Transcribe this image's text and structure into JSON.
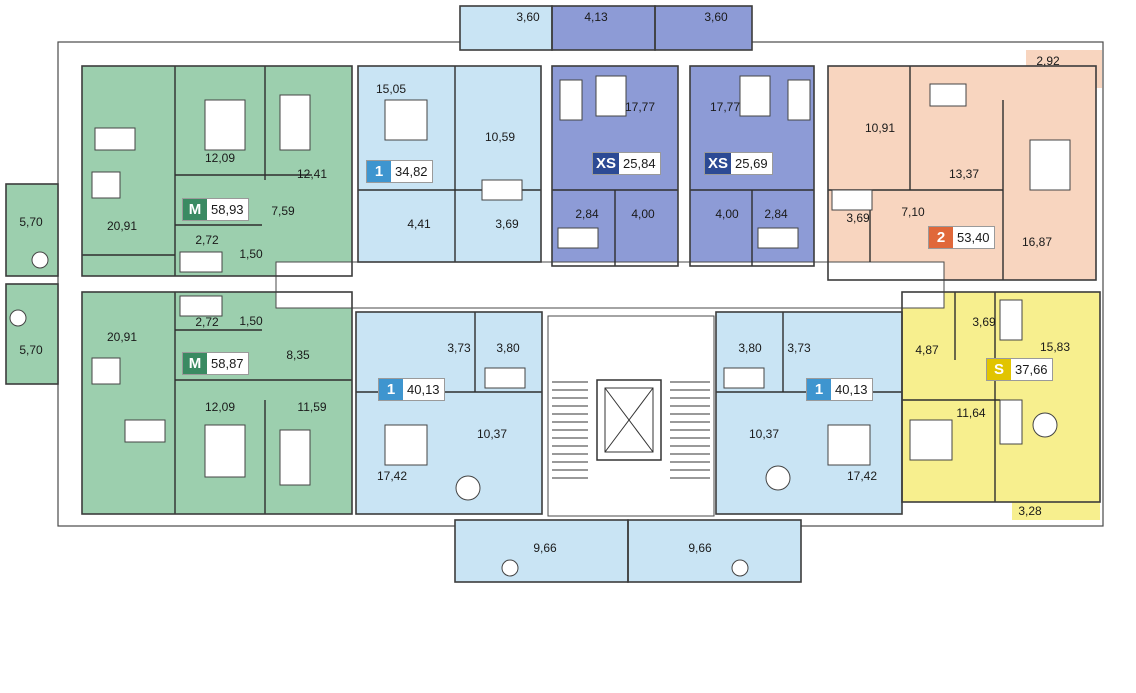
{
  "colors": {
    "M": "#9ccfae",
    "one_room": "#c9e4f4",
    "XS": "#8d9bd6",
    "two_room": "#f8d5bf",
    "S": "#f7ef8e",
    "walls": "#ffffff",
    "outline": "#3c3c3c",
    "tag_M": "#3a8a62",
    "tag_1": "#3e95cf",
    "tag_XS": "#2c4a94",
    "tag_2": "#e0683a",
    "tag_S": "#e1c400"
  },
  "apartments": [
    {
      "id": "m-top",
      "type": "M",
      "area": "58,93"
    },
    {
      "id": "m-bottom",
      "type": "M",
      "area": "58,87"
    },
    {
      "id": "one-top",
      "type": "1",
      "area": "34,82"
    },
    {
      "id": "xs-left",
      "type": "XS",
      "area": "25,84"
    },
    {
      "id": "xs-right",
      "type": "XS",
      "area": "25,69"
    },
    {
      "id": "two",
      "type": "2",
      "area": "53,40"
    },
    {
      "id": "one-bl",
      "type": "1",
      "area": "40,13"
    },
    {
      "id": "one-br",
      "type": "1",
      "area": "40,13"
    },
    {
      "id": "s",
      "type": "S",
      "area": "37,66"
    }
  ],
  "rooms": {
    "mt_balcony": "5,70",
    "mt_living": "20,91",
    "mt_bed1": "12,09",
    "mt_bed2": "12,41",
    "mt_hall": "7,59",
    "mt_bath": "2,72",
    "mt_wc": "1,50",
    "mb_balcony": "5,70",
    "mb_living": "20,91",
    "mb_bath": "2,72",
    "mb_wc": "1,50",
    "mb_hall": "8,35",
    "mb_bed1": "12,09",
    "mb_bed2": "11,59",
    "o1_room": "15,05",
    "o1_kitchen": "10,59",
    "o1_hall": "4,41",
    "o1_bath": "3,69",
    "o1_loggia": "3,60",
    "xsl_loggia": "4,13",
    "xsl_room": "17,77",
    "xsl_bath": "2,84",
    "xsl_hall": "4,00",
    "xsr_loggia": "3,60",
    "xsr_room": "17,77",
    "xsr_hall": "4,00",
    "xsr_bath": "2,84",
    "t_loggia": "2,92",
    "t_kitchen": "10,91",
    "t_living": "13,37",
    "t_bath": "3,69",
    "t_hall": "7,10",
    "t_bed": "16,87",
    "bl_bath": "3,73",
    "bl_hall": "3,80",
    "bl_kitchen": "10,37",
    "bl_room": "17,42",
    "bl_loggia": "9,66",
    "br_hall": "3,80",
    "br_bath": "3,73",
    "br_kitchen": "10,37",
    "br_room": "17,42",
    "br_loggia": "9,66",
    "s_bath": "3,69",
    "s_hall": "4,87",
    "s_kitchen": "15,83",
    "s_room": "11,64",
    "s_balcony": "3,28"
  }
}
